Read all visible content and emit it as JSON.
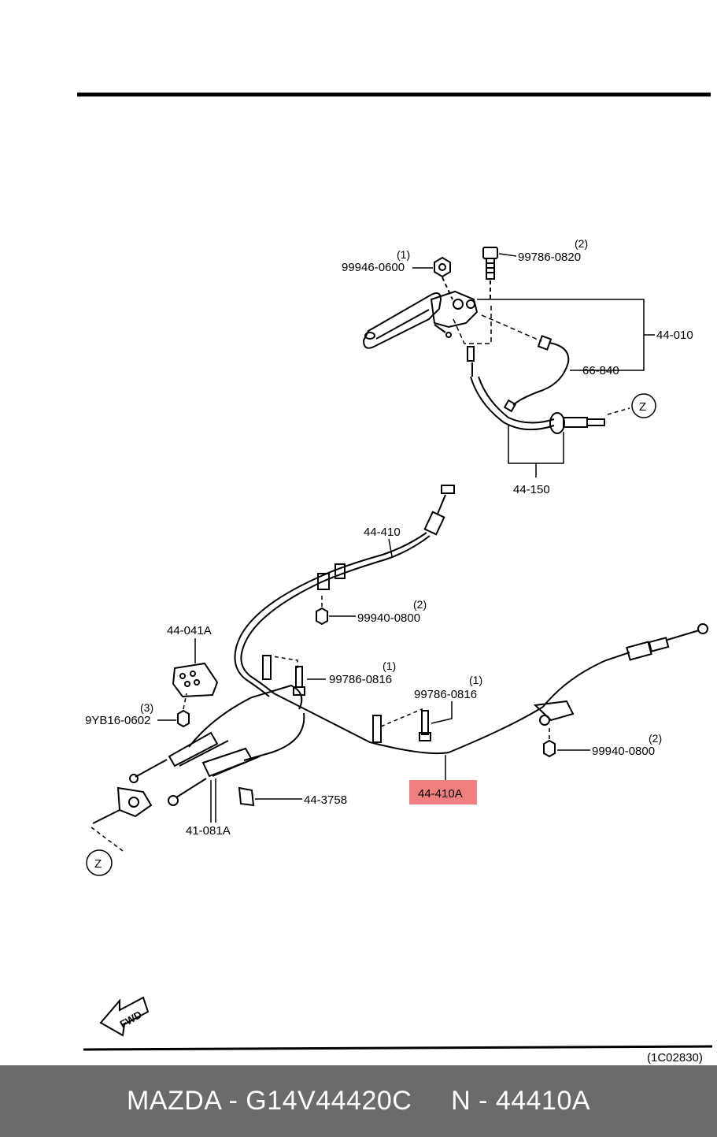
{
  "diagram": {
    "figure_code": "(1C02830)",
    "fwd_label": "FWD",
    "highlight_color": "#f08080",
    "labels": {
      "p99946": "99946-0600",
      "q99946": "(1)",
      "p99786_0820": "99786-0820",
      "q99786_0820": "(2)",
      "p44010": "44-010",
      "p66840": "66-840",
      "z_top": "Z",
      "p44150": "44-150",
      "p44410": "44-410",
      "p99940_a": "99940-0800",
      "q99940_a": "(2)",
      "p44041a": "44-041A",
      "p99786_0816_a": "99786-0816",
      "q99786_0816_a": "(1)",
      "p99786_0816_b": "99786-0816",
      "q99786_0816_b": "(1)",
      "p9yb16": "9YB16-0602",
      "q9yb16": "(3)",
      "p99940_b": "99940-0800",
      "q99940_b": "(2)",
      "p44410a": "44-410A",
      "p443758": "44-3758",
      "p41081a": "41-081A",
      "z_bottom": "Z"
    }
  },
  "footer": {
    "brand_part": "MAZDA - G14V44420C",
    "catalog_ref": "N - 44410A"
  }
}
